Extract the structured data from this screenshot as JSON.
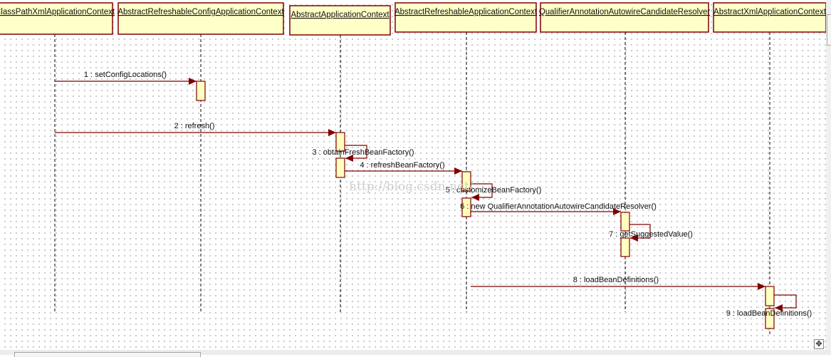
{
  "diagram": {
    "type": "UML sequence diagram",
    "lifelines": [
      {
        "id": "cpx",
        "name": "ClassPathXmlApplicationContext"
      },
      {
        "id": "arcac",
        "name": "AbstractRefreshableConfigApplicationContext"
      },
      {
        "id": "aac",
        "name": "AbstractApplicationContext"
      },
      {
        "id": "arac",
        "name": "AbstractRefreshableApplicationContext"
      },
      {
        "id": "qaacr",
        "name": "QualifierAnnotationAutowireCandidateResolver"
      },
      {
        "id": "axac",
        "name": "AbstractXmlApplicationContext"
      }
    ],
    "messages": [
      {
        "seq": 1,
        "label": "1 : setConfigLocations()",
        "from": "cpx",
        "to": "arcac"
      },
      {
        "seq": 2,
        "label": "2 : refresh()",
        "from": "cpx",
        "to": "aac"
      },
      {
        "seq": 3,
        "label": "3 : obtainFreshBeanFactory()",
        "from": "aac",
        "to": "aac"
      },
      {
        "seq": 4,
        "label": "4 : refreshBeanFactory()",
        "from": "aac",
        "to": "arac"
      },
      {
        "seq": 5,
        "label": "5 : customizeBeanFactory()",
        "from": "arac",
        "to": "arac"
      },
      {
        "seq": 6,
        "label": "6 : new QualifierAnnotationAutowireCandidateResolver()",
        "from": "arac",
        "to": "qaacr"
      },
      {
        "seq": 7,
        "label": "7 : getSuggestedValue()",
        "from": "qaacr",
        "to": "qaacr"
      },
      {
        "seq": 8,
        "label": "8 : loadBeanDefinitions()",
        "from": "arac",
        "to": "axac"
      },
      {
        "seq": 9,
        "label": "9 : loadBeanDefinitions()",
        "from": "axac",
        "to": "axac"
      }
    ],
    "watermark": "http://blog.csdn.net/",
    "colors": {
      "border": "#800000",
      "box_fill": "#ffffc8",
      "arrow": "#800000"
    }
  },
  "ui": {
    "move_handle_icon": "move-icon",
    "move_handle_glyph": "✥"
  }
}
